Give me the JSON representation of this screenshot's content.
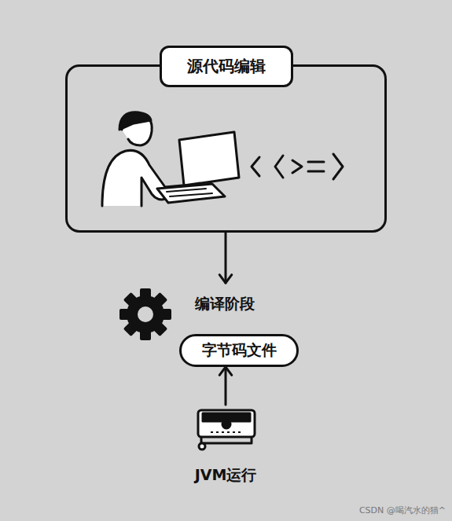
{
  "diagram": {
    "nodes": [
      {
        "text": [
          "源代码编辑"
        ]
      },
      {
        "text": [
          "编译阶段"
        ]
      },
      {
        "text": [
          "字节码文件"
        ],
        "in": 1
      },
      {
        "text": [
          "JVM运行"
        ]
      }
    ],
    "edges": [
      {
        "from": 0,
        "to": 1,
        "arrow": "to"
      },
      {
        "from": 3,
        "to": 2,
        "arrow": "to"
      }
    ],
    "labels": [
      "CSDN @喝汽水的猫^"
    ]
  }
}
